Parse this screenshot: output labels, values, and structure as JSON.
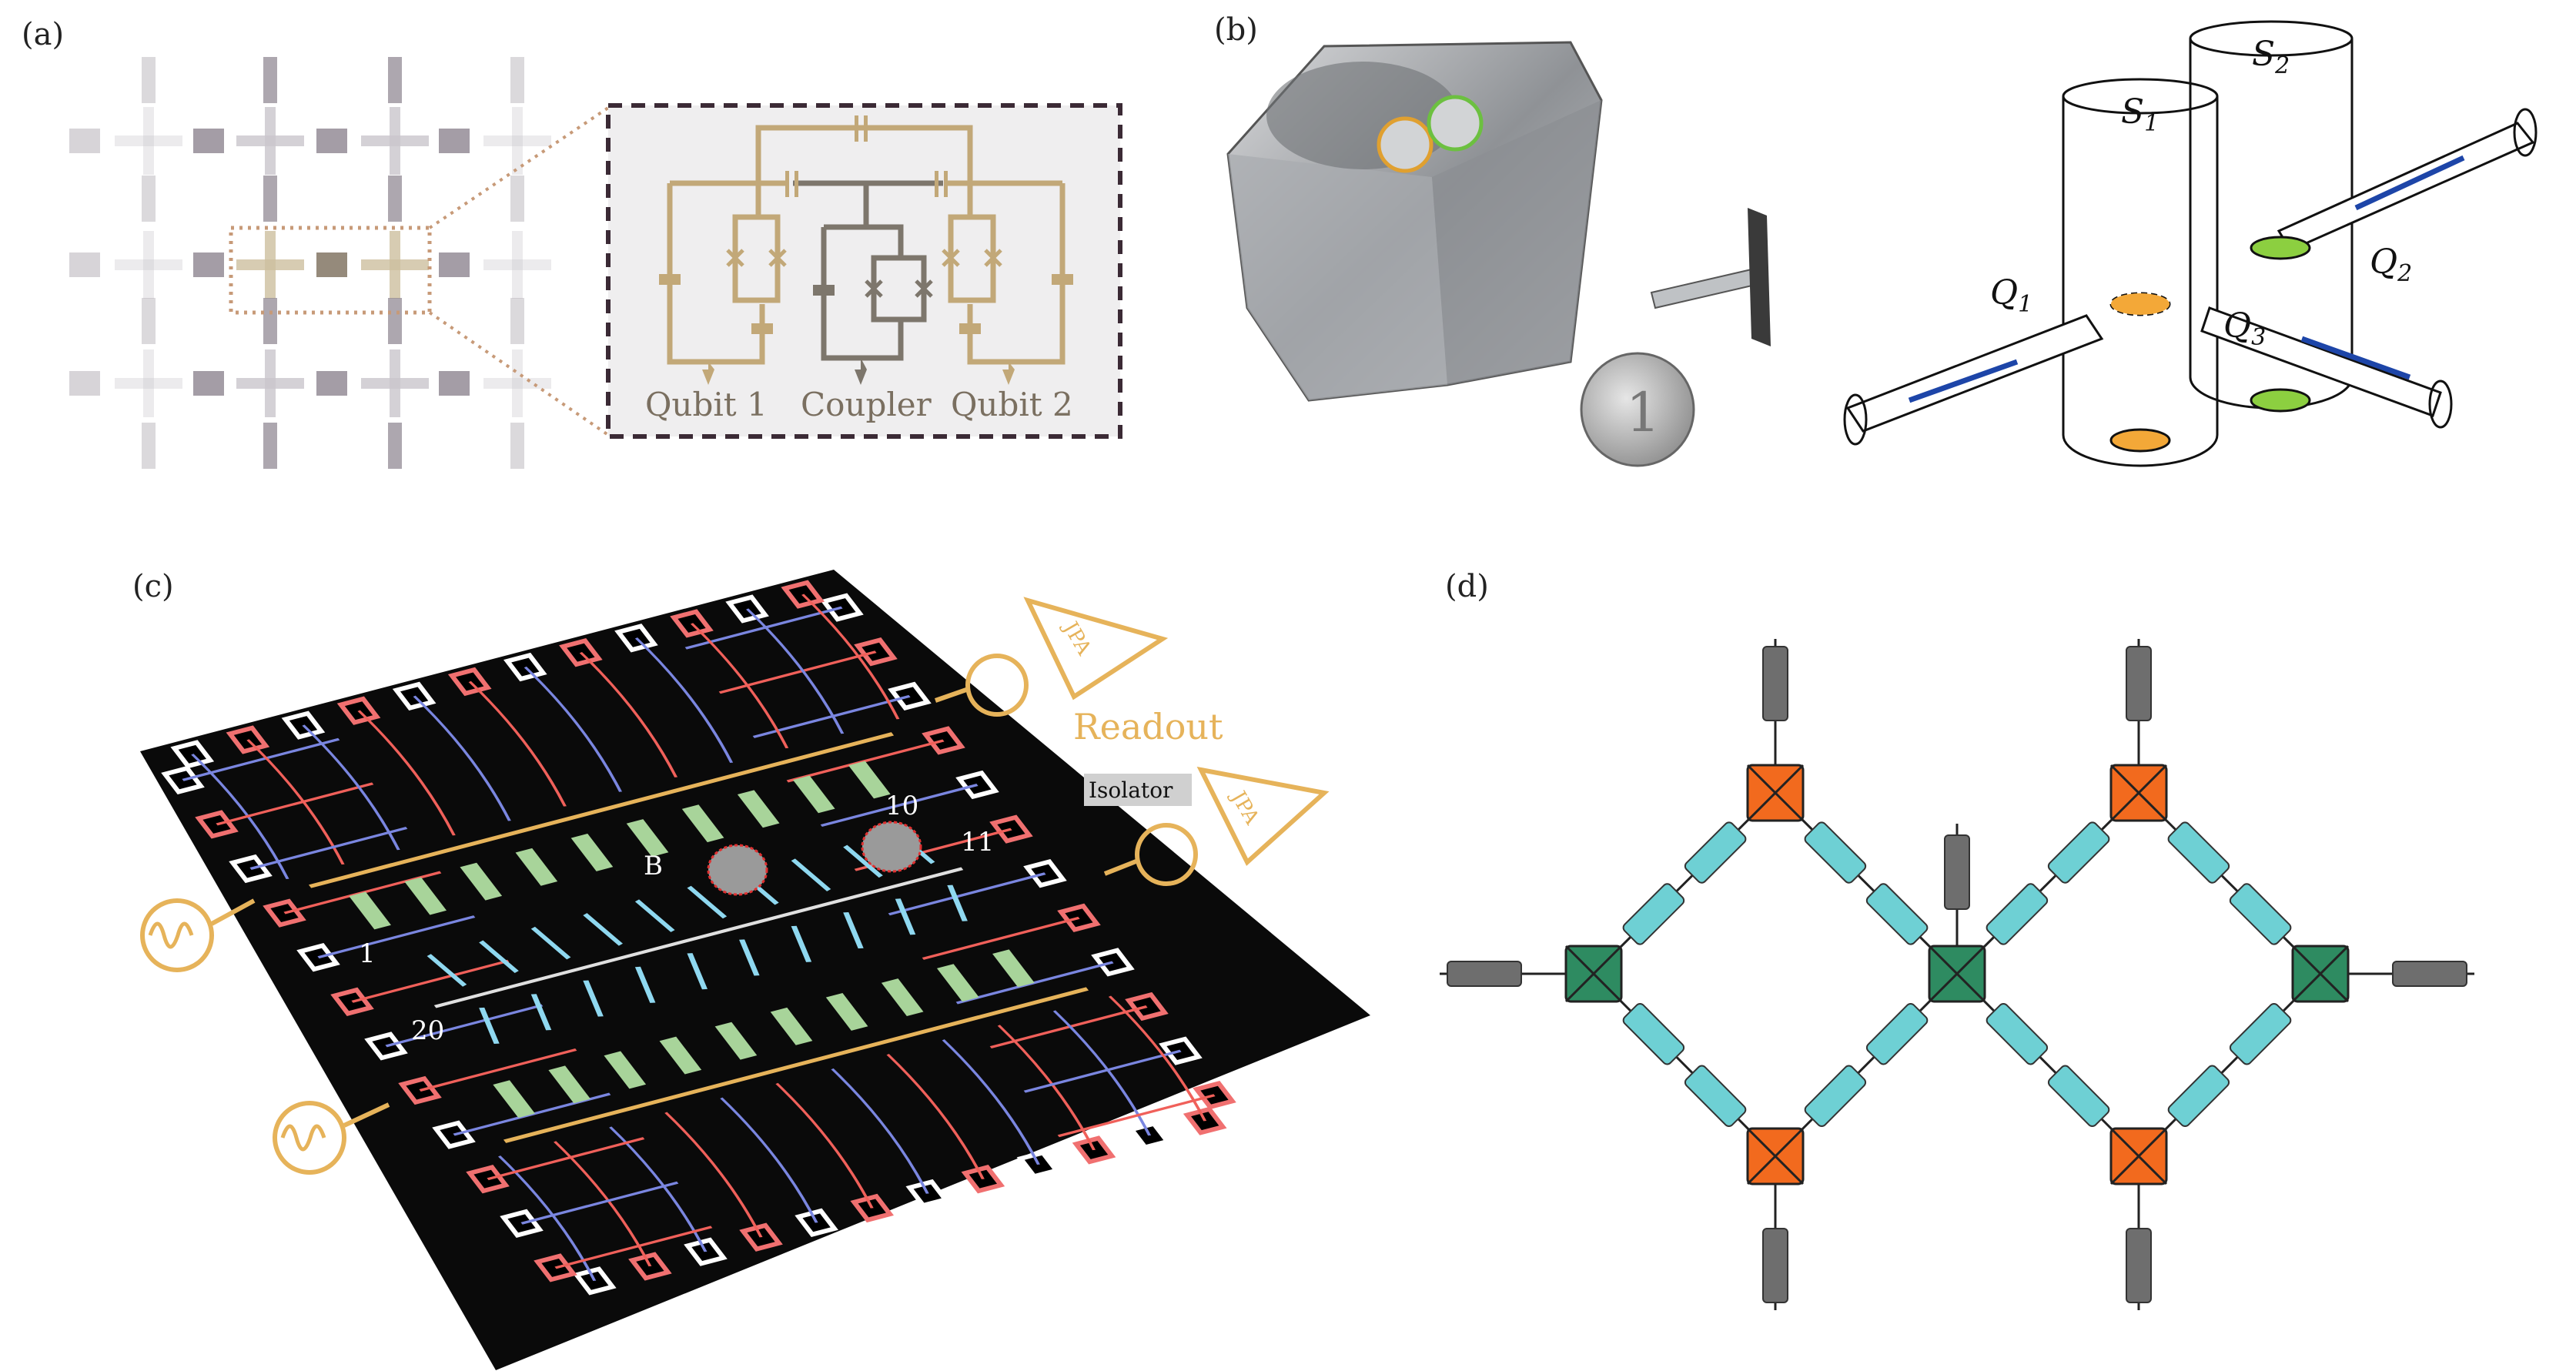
{
  "panels": {
    "a": {
      "label": "(a)",
      "inset_labels": [
        "Qubit 1",
        "Coupler",
        "Qubit 2"
      ],
      "colors": {
        "qubit": "#c2a878",
        "coupler": "#7d766c",
        "grid": "#8d8590"
      }
    },
    "b": {
      "label": "(b)",
      "cavity_labels": {
        "s1": "S",
        "s1_sub": "1",
        "s2": "S",
        "s2_sub": "2"
      },
      "qubit_labels": {
        "q1": "Q",
        "q1_sub": "1",
        "q2": "Q",
        "q2_sub": "2",
        "q3": "Q",
        "q3_sub": "3"
      },
      "coin_text": "1"
    },
    "c": {
      "label": "(c)",
      "qubit_labels": {
        "b": "B",
        "q1": "1",
        "q20": "20",
        "q10": "10",
        "q11": "11"
      },
      "readout": "Readout",
      "isolator": "Isolator",
      "amplifier": "JPA",
      "colors": {
        "readout": "#e6b35a",
        "red_line": "#f0605a",
        "blue_line": "#7a86e0",
        "resonator": "#a8d49a",
        "flux": "#8fd8f0"
      }
    },
    "d": {
      "label": "(d)",
      "colors": {
        "qubit": "#f26a1e",
        "coupler": "#2e8b61",
        "resonator": "#6ed0d4",
        "readout": "#6e6e6e"
      }
    }
  }
}
